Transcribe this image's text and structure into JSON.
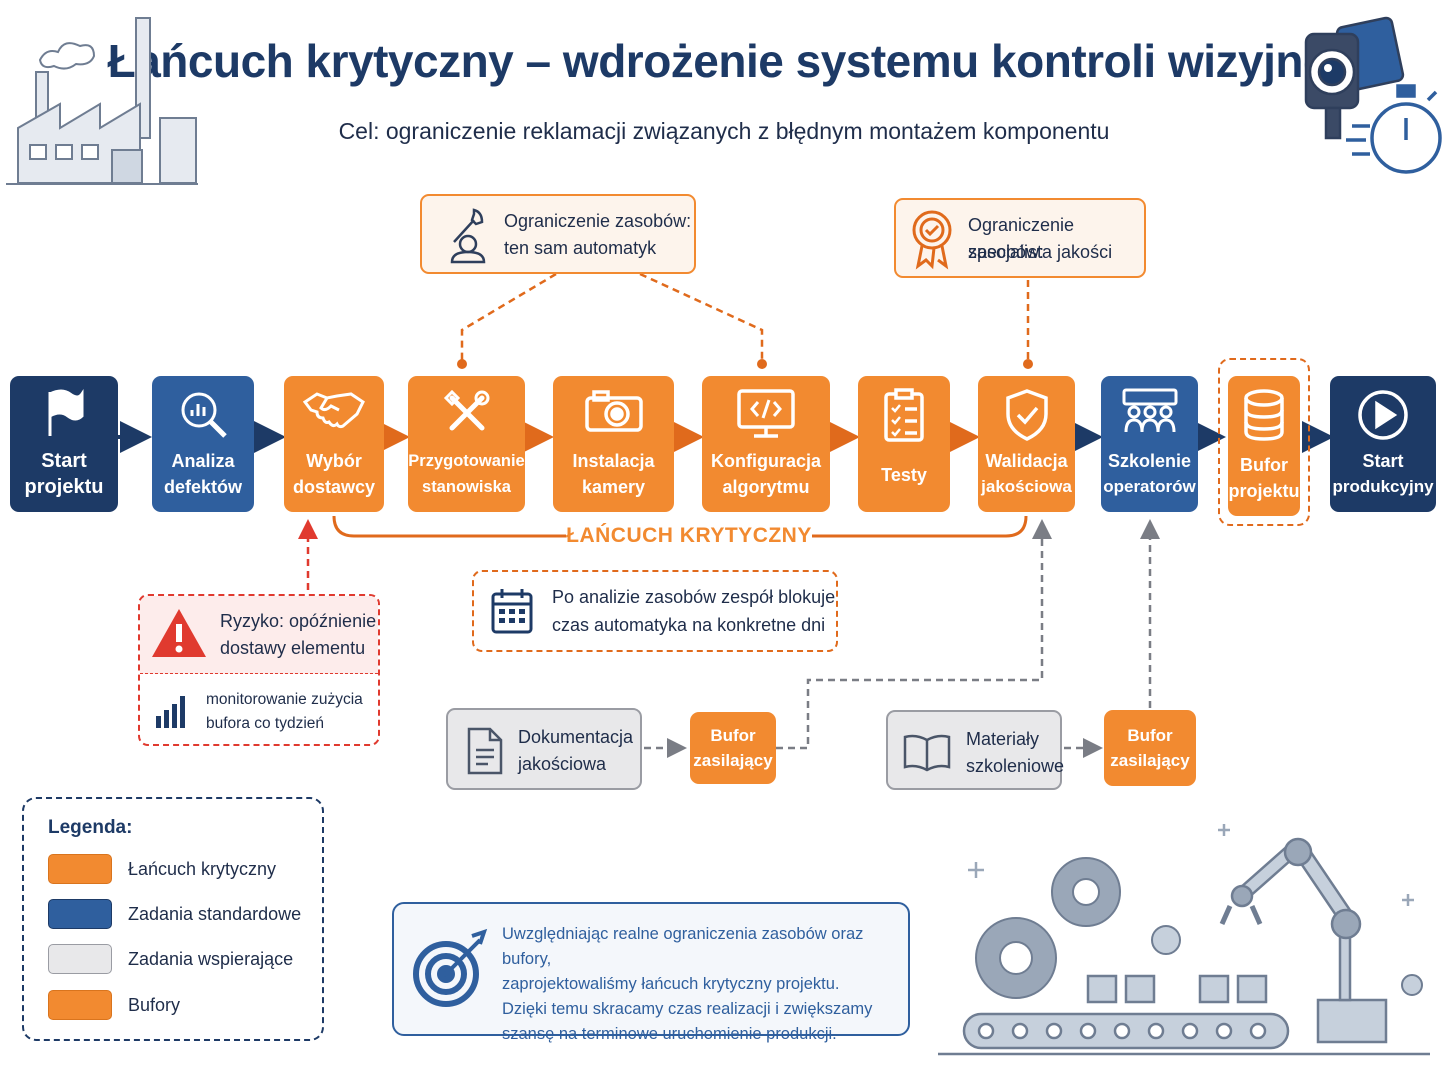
{
  "title": "Łańcuch krytyczny – wdrożenie systemu kontroli wizyjnej",
  "subtitle": "Cel: ograniczenie reklamacji związanych z błędnym montażem komponentu",
  "colors": {
    "critical": "#f28a30",
    "standard": "#2f5f9e",
    "navy": "#1d3a66",
    "support": "#e8e8ea",
    "risk": "#e03a2f"
  },
  "flow": [
    {
      "id": "start",
      "line1": "Start",
      "line2": "projektu",
      "type": "navy",
      "icon": "flag-icon"
    },
    {
      "id": "analysis",
      "line1": "Analiza",
      "line2": "defektów",
      "type": "standard",
      "icon": "magnifier-chart-icon"
    },
    {
      "id": "supplier",
      "line1": "Wybór",
      "line2": "dostawcy",
      "type": "critical",
      "icon": "handshake-icon"
    },
    {
      "id": "station",
      "line1": "Przygotowanie",
      "line2": "stanowiska",
      "type": "critical",
      "icon": "tools-icon"
    },
    {
      "id": "camera",
      "line1": "Instalacja",
      "line2": "kamery",
      "type": "critical",
      "icon": "camera-icon"
    },
    {
      "id": "algorithm",
      "line1": "Konfiguracja",
      "line2": "algorytmu",
      "type": "critical",
      "icon": "code-monitor-icon"
    },
    {
      "id": "tests",
      "line1": "Testy",
      "line2": "",
      "type": "critical",
      "icon": "checklist-icon"
    },
    {
      "id": "validation",
      "line1": "Walidacja",
      "line2": "jakościowa",
      "type": "critical",
      "icon": "shield-check-icon"
    },
    {
      "id": "training",
      "line1": "Szkolenie",
      "line2": "operatorów",
      "type": "standard",
      "icon": "team-icon"
    },
    {
      "id": "buffer",
      "line1": "Bufor",
      "line2": "projektu",
      "type": "buffer",
      "icon": "database-icon"
    },
    {
      "id": "production",
      "line1": "Start",
      "line2": "produkcyjny",
      "type": "navy",
      "icon": "play-icon"
    }
  ],
  "constraints": {
    "automation": {
      "line1": "Ograniczenie zasobów:",
      "line2": "ten sam automatyk"
    },
    "quality": {
      "line1": "Ograniczenie zasobów:",
      "line2": "specjalista jakości"
    }
  },
  "chain_label": "ŁAŃCUCH KRYTYCZNY",
  "risk": {
    "title_line1": "Ryzyko: opóźnienie",
    "title_line2": "dostawy elementu",
    "note_line1": "monitorowanie zużycia",
    "note_line2": "bufora co tydzień"
  },
  "schedule_note": {
    "line1": "Po analizie zasobów zespół blokuje",
    "line2": "czas automatyka na konkretne dni"
  },
  "support": [
    {
      "task_line1": "Dokumentacja",
      "task_line2": "jakościowa",
      "buffer_line1": "Bufor",
      "buffer_line2": "zasilający"
    },
    {
      "task_line1": "Materiały",
      "task_line2": "szkoleniowe",
      "buffer_line1": "Bufor",
      "buffer_line2": "zasilający"
    }
  ],
  "legend": {
    "title": "Legenda:",
    "items": [
      {
        "label": "Łańcuch krytyczny",
        "color": "#f28a30"
      },
      {
        "label": "Zadania standardowe",
        "color": "#2f5f9e"
      },
      {
        "label": "Zadania wspierające",
        "color": "#e8e8ea"
      },
      {
        "label": "Bufory",
        "color": "#f28a30"
      }
    ]
  },
  "summary": {
    "line1": "Uwzględniając realne ograniczenia zasobów oraz bufory,",
    "line2": "zaprojektowaliśmy łańcuch krytyczny projektu.",
    "line3": "Dzięki temu skracamy czas realizacji i zwiększamy",
    "line4": "szansę na terminowe uruchomienie produkcji."
  }
}
